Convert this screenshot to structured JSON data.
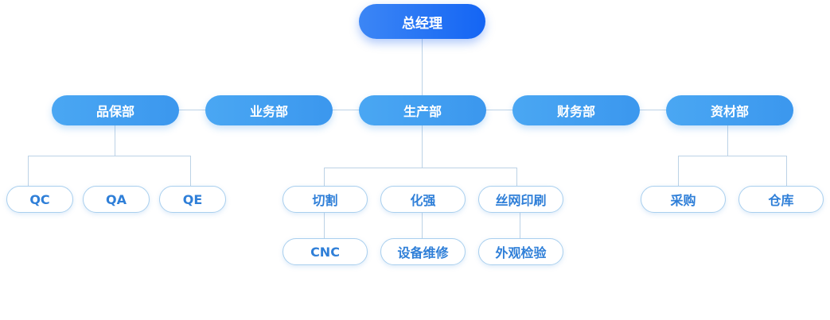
{
  "chart": {
    "top": {
      "label": "总经理"
    },
    "departments": [
      {
        "label": "品保部",
        "children": [
          "QC",
          "QA",
          "QE"
        ]
      },
      {
        "label": "业务部",
        "children": []
      },
      {
        "label": "生产部",
        "children": [
          "切割",
          "化强",
          "丝网印刷",
          "CNC",
          "设备维修",
          "外观检验"
        ]
      },
      {
        "label": "财务部",
        "children": []
      },
      {
        "label": "资材部",
        "children": [
          "采购",
          "仓库"
        ]
      }
    ]
  },
  "colors": {
    "top_start": "#3c86f5",
    "top_end": "#1465f4",
    "dept": "#45a2f2",
    "sub_text": "#2f7fd8",
    "sub_border": "#a9cfee",
    "line": "#bcd2e6"
  }
}
